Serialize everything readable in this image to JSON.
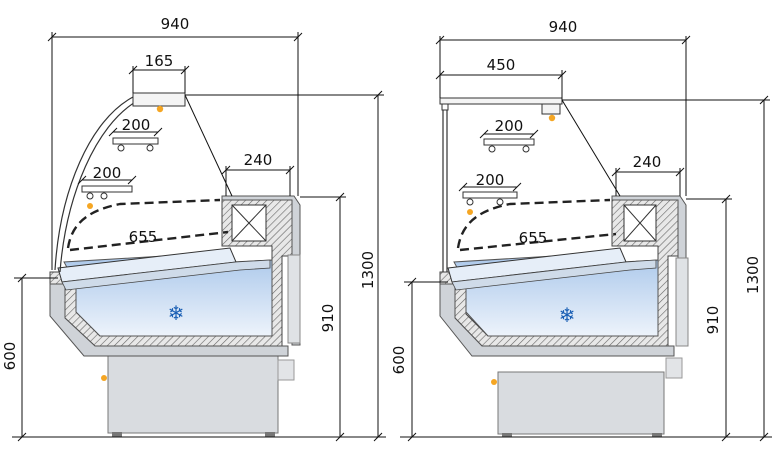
{
  "figures": [
    {
      "id": "left",
      "dims": {
        "width_total": "940",
        "top_glass": "165",
        "shelf_upper": "200",
        "shelf_lower": "200",
        "rear_counter": "240",
        "tray_depth": "655",
        "height_total": "1300",
        "height_counter": "910",
        "height_front": "600"
      }
    },
    {
      "id": "right",
      "dims": {
        "width_total": "940",
        "top_glass": "450",
        "shelf_upper": "200",
        "shelf_lower": "200",
        "rear_counter": "240",
        "tray_depth": "655",
        "height_total": "1300",
        "height_counter": "910",
        "height_front": "600"
      }
    }
  ],
  "icons": {
    "snowflake": "snowflake-icon",
    "lamp": "lamp-icon"
  },
  "colors": {
    "tank_top": "#a8c6ea",
    "tank_bottom": "#edf3fb",
    "body": "#cfd3d8",
    "lamp": "#f5a623",
    "snowflake": "#1a5fb4"
  }
}
